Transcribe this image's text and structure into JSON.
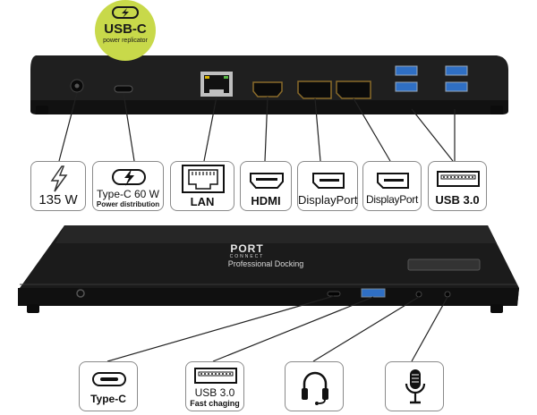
{
  "badge": {
    "line1": "USB-C",
    "line2": "power replicator",
    "color": "#c8d94a"
  },
  "rear_ports": [
    {
      "id": "power",
      "label": "135 W",
      "icon": "lightning-icon"
    },
    {
      "id": "typec60",
      "label": "Type-C 60 W",
      "sub": "Power distribution",
      "icon": "usb-c-charging-icon"
    },
    {
      "id": "lan",
      "label": "LAN",
      "icon": "ethernet-port-icon"
    },
    {
      "id": "hdmi",
      "label": "HDMI",
      "icon": "hdmi-port-icon"
    },
    {
      "id": "dp1",
      "label": "DisplayPort",
      "icon": "displayport-icon"
    },
    {
      "id": "dp2",
      "label": "DisplayPort",
      "icon": "displayport-icon"
    },
    {
      "id": "usb3",
      "label": "USB 3.0",
      "icon": "usb-port-icon"
    }
  ],
  "front_ports": [
    {
      "id": "typec",
      "label": "Type-C",
      "icon": "usb-c-port-icon"
    },
    {
      "id": "usbfast",
      "label": "USB 3.0",
      "sub": "Fast chaging",
      "icon": "usb-port-icon"
    },
    {
      "id": "headphones",
      "label": "",
      "icon": "headphones-icon"
    },
    {
      "id": "mic",
      "label": "",
      "icon": "microphone-icon"
    }
  ],
  "device_front": {
    "logo": "PORT",
    "logo_sub": "CONNECT",
    "name": "Professional Docking"
  },
  "colors": {
    "device_body": "#1c1c1c",
    "device_edge": "#3a3a3a",
    "connector_line": "#222222",
    "card_border": "#8a8a8a",
    "usb_blue": "#2f6fc4"
  }
}
